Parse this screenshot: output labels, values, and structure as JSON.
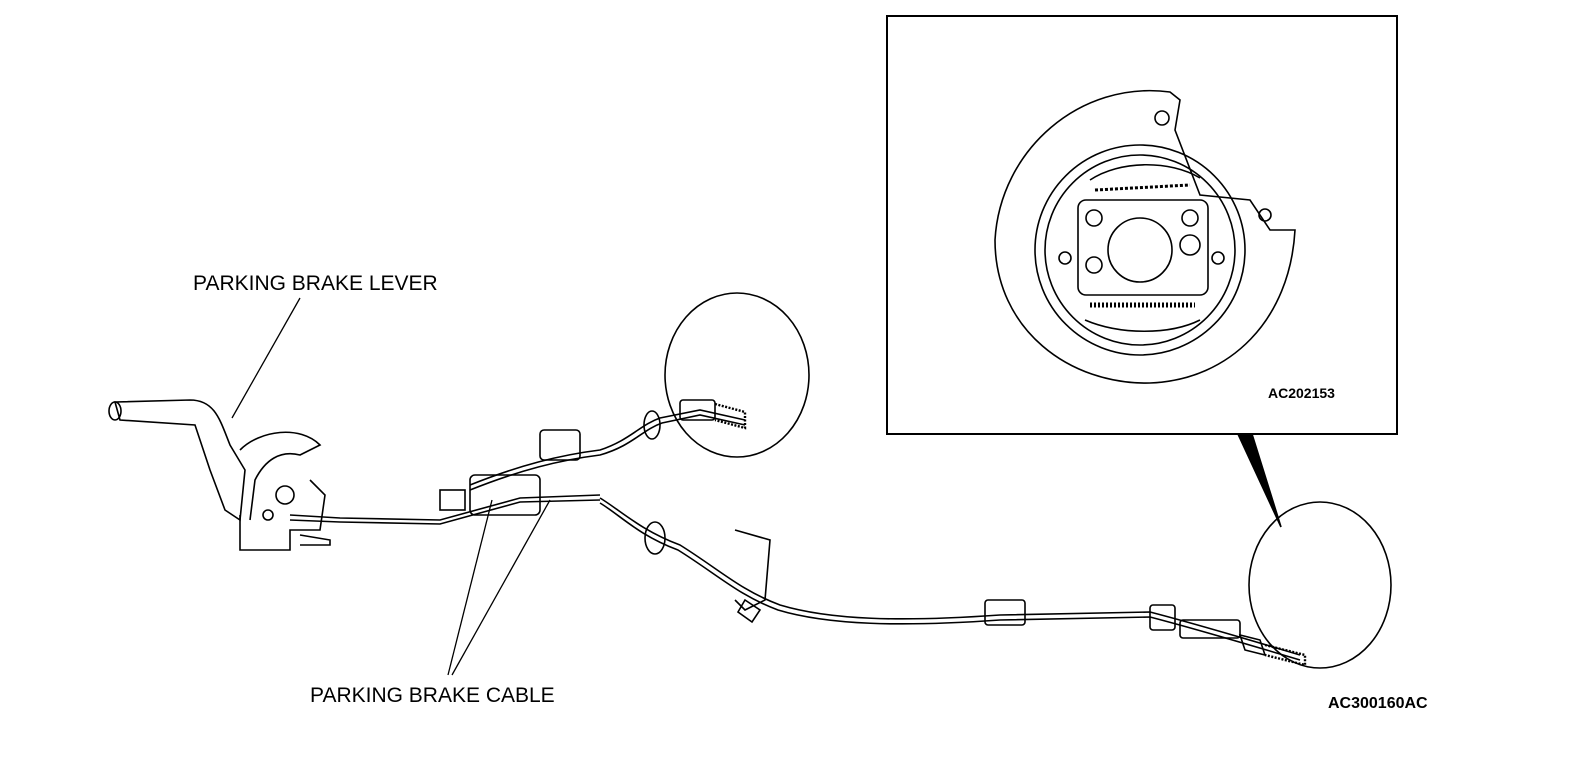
{
  "labels": {
    "lever": "PARKING BRAKE LEVER",
    "cable": "PARKING BRAKE CABLE"
  },
  "codes": {
    "inset": "AC202153",
    "figure": "AC300160AC"
  },
  "colors": {
    "line": "#000000",
    "background": "#ffffff"
  }
}
